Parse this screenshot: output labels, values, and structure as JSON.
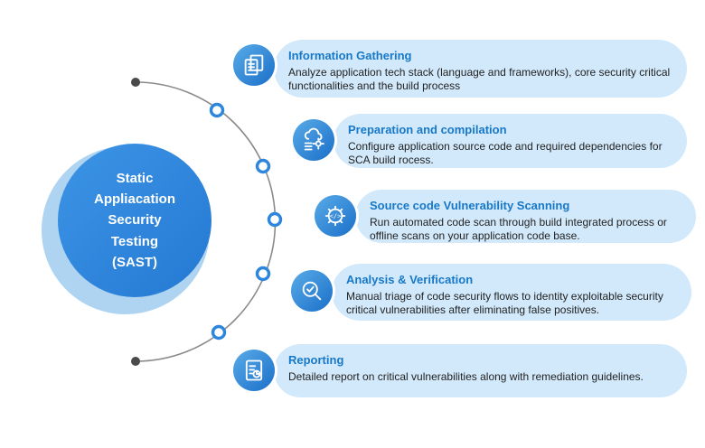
{
  "center": {
    "title_lines": [
      "Static",
      "Appliacation",
      "Security",
      "Testing",
      "(SAST)"
    ]
  },
  "steps": [
    {
      "title": "Information Gathering",
      "description": "Analyze application tech stack (language and frameworks), core security critical functionalities and the build process",
      "icon": "documents-icon"
    },
    {
      "title": "Preparation and compilation",
      "description": "Configure application source code and required dependencies for SCA build rocess.",
      "icon": "cloud-gear-icon"
    },
    {
      "title": "Source code Vulnerability Scanning",
      "description": "Run automated code scan through build integrated process or offline scans on your application code base.",
      "icon": "gear-code-icon"
    },
    {
      "title": "Analysis & Verification",
      "description": "Manual triage of code security flows to identity exploitable security critical vulnerabilities after eliminating false positives.",
      "icon": "magnifier-check-icon"
    },
    {
      "title": "Reporting",
      "description": "Detailed report on critical vulnerabilities along with remediation guidelines.",
      "icon": "report-icon"
    }
  ],
  "colors": {
    "accent_blue": "#2478d2",
    "banner_bg": "#d2e9fb",
    "title_blue": "#1778c8",
    "arc_gray": "#8a8a8a",
    "dot_gray": "#4a4a4a"
  }
}
